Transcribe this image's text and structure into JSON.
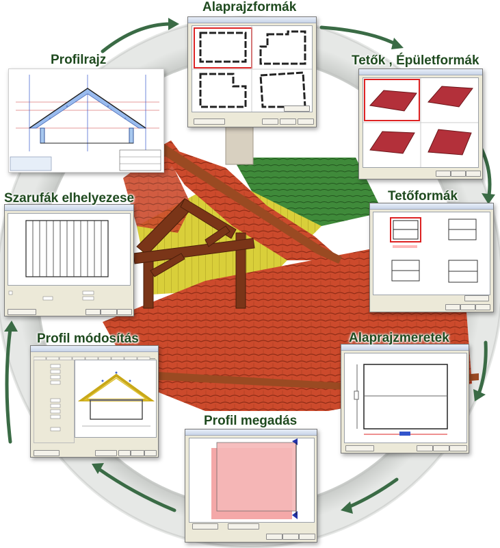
{
  "labels": {
    "alaprajzformak": "Alaprajzformák",
    "tetok_epuletformak": "Tetők , Épületformák",
    "tetoformak": "Tetőformák",
    "alaprajzmeretek": "Alaprajzmeretek",
    "profil_megadas": "Profil megadás",
    "profil_modositas": "Profil módosítás",
    "szarufak_elhelyezese": "Szarufák elhelyezese",
    "profilrajz": "Profilrajz"
  },
  "colors": {
    "label_green": "#1f4a1f",
    "arrow_green": "#3a6b45",
    "ring_grey": "#d8dad8",
    "roof_red": "#c8442a",
    "wood_brown": "#7a3518",
    "dialog_bg": "#ece9d8",
    "selection_red": "#dd2222",
    "profile_pink": "#f4a8a8"
  },
  "icons": {
    "cycle_arrows": "curved-arrow-icon"
  }
}
